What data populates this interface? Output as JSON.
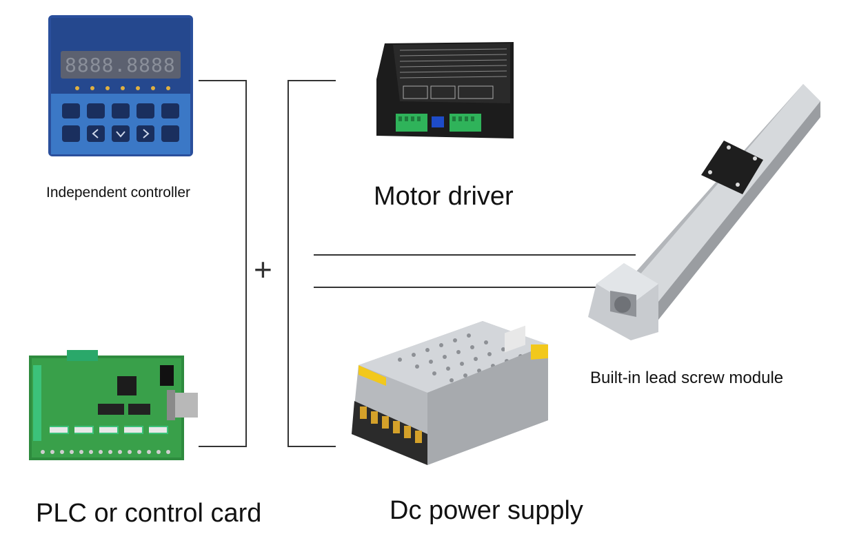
{
  "components": {
    "controller": {
      "label": "Independent controller",
      "icon": "controller-icon",
      "display_text": "8888.8888"
    },
    "plc": {
      "label": "PLC or control card",
      "icon": "control-card-icon"
    },
    "motor_driver": {
      "label": "Motor driver",
      "icon": "motor-driver-icon"
    },
    "power_supply": {
      "label": "Dc power supply",
      "icon": "power-supply-icon"
    },
    "module": {
      "label": "Built-in lead screw module",
      "icon": "lead-screw-module-icon"
    }
  },
  "connector_symbol": "+",
  "colors": {
    "line": "#333333",
    "controller_body": "#2f56a8",
    "controller_display": "#5f6470",
    "board_green": "#2e8b3e",
    "driver_body": "#1e1e1e",
    "terminal_green": "#2fb35a",
    "psu_metal": "#c9ccd0",
    "rail_metal": "#b9bcc0"
  }
}
